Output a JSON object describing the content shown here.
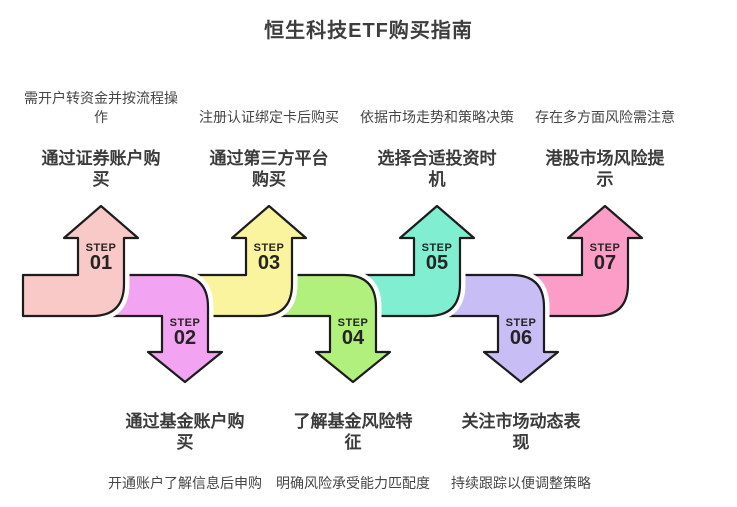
{
  "title": "恒生科技ETF购买指南",
  "theme": {
    "background": "#ffffff",
    "outline": "#1c1c1c",
    "step_text_color": "#242424",
    "title_text_color": "#3b3b3b"
  },
  "steps": [
    {
      "label": "STEP",
      "num": "01",
      "direction": "up",
      "color": "#F9C9C8",
      "title": "通过证券账户购\n买",
      "desc": "需开户转资金并按流程操\n作"
    },
    {
      "label": "STEP",
      "num": "02",
      "direction": "down",
      "color": "#F2A3F1",
      "title": "通过基金账户购\n买",
      "desc": "开通账户了解信息后申购"
    },
    {
      "label": "STEP",
      "num": "03",
      "direction": "up",
      "color": "#FAF49E",
      "title": "通过第三方平台\n购买",
      "desc": "注册认证绑定卡后购买"
    },
    {
      "label": "STEP",
      "num": "04",
      "direction": "down",
      "color": "#B2F07D",
      "title": "了解基金风险特\n征",
      "desc": "明确风险承受能力匹配度"
    },
    {
      "label": "STEP",
      "num": "05",
      "direction": "up",
      "color": "#80EED1",
      "title": "选择合适投资时\n机",
      "desc": "依据市场走势和策略决策"
    },
    {
      "label": "STEP",
      "num": "06",
      "direction": "down",
      "color": "#C8BEF5",
      "title": "关注市场动态表\n现",
      "desc": "持续跟踪以便调整策略"
    },
    {
      "label": "STEP",
      "num": "07",
      "direction": "up",
      "color": "#FC9DC8",
      "title": "港股市场风险提\n示",
      "desc": "存在多方面风险需注意"
    }
  ]
}
